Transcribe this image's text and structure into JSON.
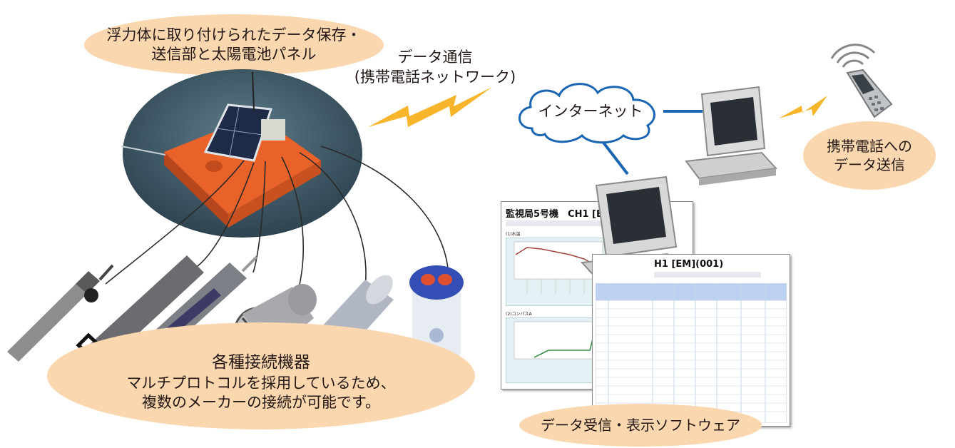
{
  "buoy_caption": {
    "line1": "浮力体に取り付けられたデータ保存・",
    "line2": "送信部と太陽電池パネル"
  },
  "data_comm": {
    "line1": "データ通信",
    "line2": "(携帯電話ネットワーク)"
  },
  "internet_label": "インターネット",
  "mobile_caption": {
    "line1": "携帯電話への",
    "line2": "データ送信"
  },
  "devices_caption": {
    "title": "各種接続機器",
    "line1": "マルチプロトコルを採用しているため、",
    "line2": "複数のメーカーの接続が可能です。"
  },
  "software_caption": "データ受信・表示ソフトウェア",
  "screen_back": {
    "title": "監視局5号機　CH1 [EM](00",
    "chart1_label": "(1)水温",
    "chart2_label": "(2)コンパスA"
  },
  "screen_front": {
    "title": "H1 [EM](001)"
  },
  "colors": {
    "bubble_fill": "#fbd7b0",
    "link_line": "#1a66b3",
    "cloud_stroke": "#1a66b3",
    "lightning": "#f7b52c",
    "buoy_orange": "#e8622a",
    "water": "#3f5968"
  }
}
